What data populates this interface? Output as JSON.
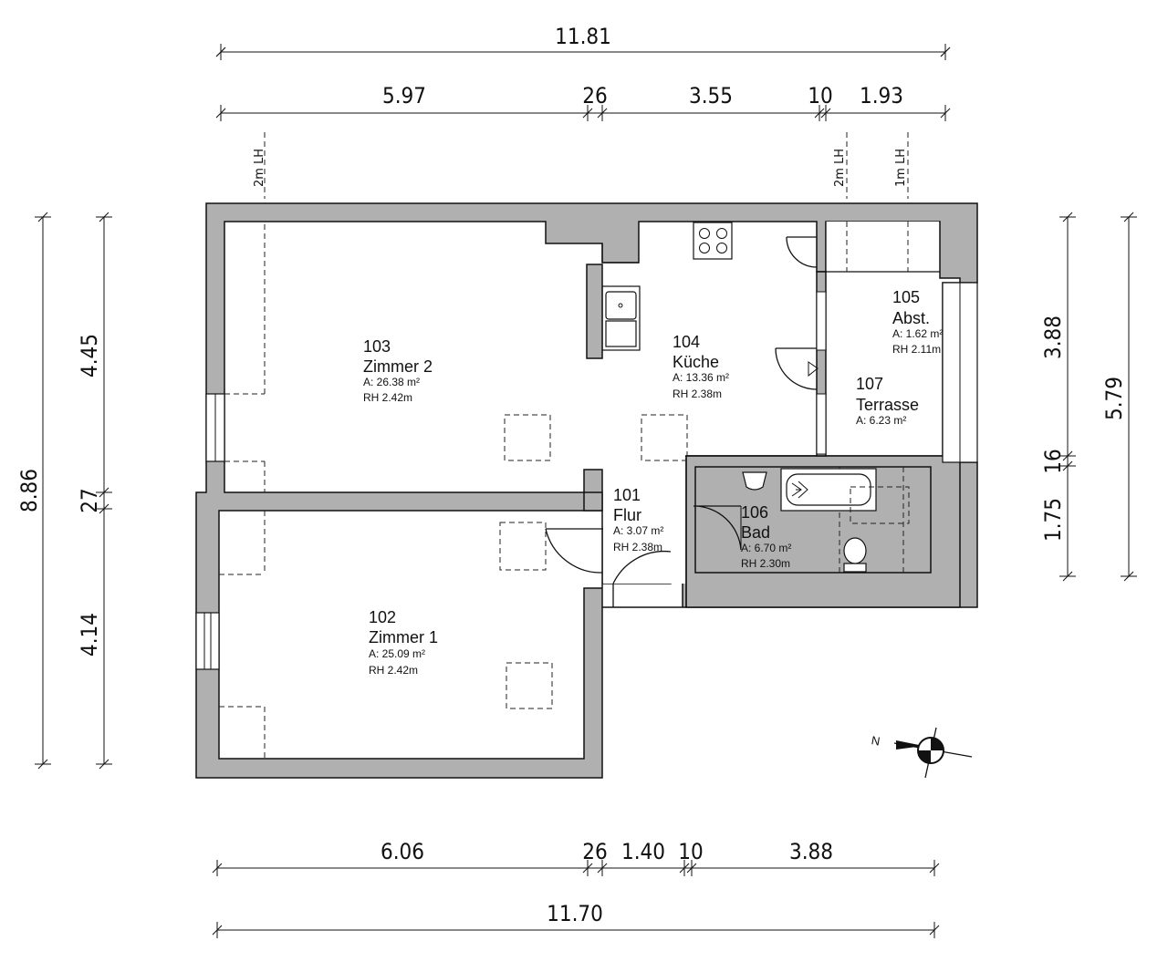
{
  "dimensions": {
    "top_total": "11.81",
    "top_segments": [
      "5.97",
      "26",
      "3.55",
      "10",
      "1.93"
    ],
    "bottom_segments": [
      "6.06",
      "26",
      "1.40",
      "10",
      "3.88"
    ],
    "bottom_total": "11.70",
    "left_total": "8.86",
    "left_segments": [
      "4.45",
      "27",
      "4.14"
    ],
    "right_segments": [
      "3.88",
      "16",
      "1.75"
    ],
    "right_total": "5.79"
  },
  "height_lines": [
    "2m LH",
    "2m LH",
    "1m LH"
  ],
  "rooms": [
    {
      "number": "103",
      "name": "Zimmer 2",
      "area": "A:  26.38  m²",
      "height": "RH  2.42m"
    },
    {
      "number": "104",
      "name": "Küche",
      "area": "A:  13.36  m²",
      "height": "RH  2.38m"
    },
    {
      "number": "105",
      "name": "Abst.",
      "area": "A:  1.62  m²",
      "height": "RH  2.11m"
    },
    {
      "number": "107",
      "name": "Terrasse",
      "area": "A:  6.23  m²"
    },
    {
      "number": "101",
      "name": "Flur",
      "area": "A:  3.07  m²",
      "height": "RH  2.38m"
    },
    {
      "number": "106",
      "name": "Bad",
      "area": "A:  6.70  m²",
      "height": "RH  2.30m"
    },
    {
      "number": "102",
      "name": "Zimmer 1",
      "area": "A:  25.09  m²",
      "height": "RH  2.42m"
    }
  ],
  "compass": {
    "label": "N",
    "icon": "north-arrow-icon"
  },
  "colors": {
    "wall": "#b0b0b0",
    "line": "#111111"
  }
}
